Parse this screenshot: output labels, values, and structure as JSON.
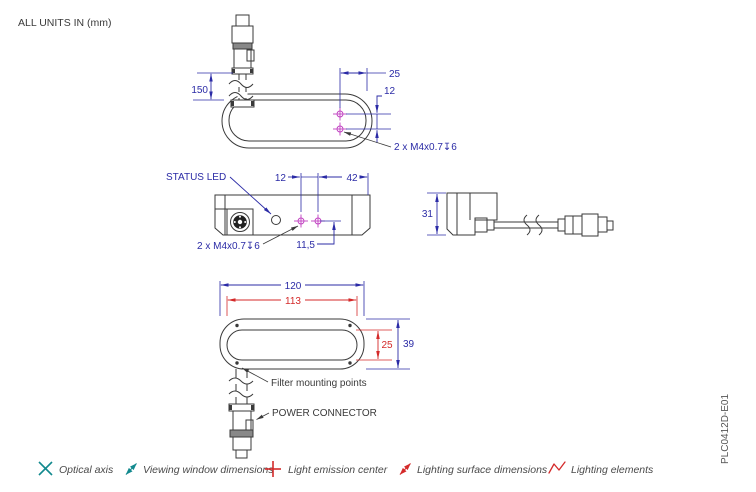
{
  "units_note": "ALL UNITS IN (mm)",
  "drawing_number": "PLC0412D-E01",
  "colors": {
    "outline": "#3a3a3a",
    "label_gray": "#4a4a4a",
    "dimension_blue": "#2b2ba6",
    "dimension_red": "#d42a2a",
    "hole_magenta": "#c03fc0",
    "legend_teal": "#12898e"
  },
  "top_view": {
    "cable_length_dim": "150",
    "hole_offset_dim": "25",
    "hole_spacing_dim": "12",
    "thread_callout": "2 x M4x0.7↧6"
  },
  "front_view": {
    "status_led_label": "STATUS LED",
    "hole_spacing_dim": "12",
    "hole_to_edge_dim": "42",
    "hole_height_dim": "11,5",
    "thread_callout": "2 x M4x0.7↧6"
  },
  "side_view": {
    "height_dim": "31"
  },
  "bottom_view": {
    "outer_width_dim": "120",
    "lighting_width_dim": "113",
    "lighting_height_dim": "25",
    "outer_height_dim": "39",
    "filter_label": "Filter mounting points",
    "power_label": "POWER CONNECTOR"
  },
  "legend": {
    "items": [
      {
        "icon": "optical-axis-icon",
        "label": "Optical axis"
      },
      {
        "icon": "viewing-window-icon",
        "label": "Viewing window dimensions"
      },
      {
        "icon": "light-emission-icon",
        "label": "Light emission center"
      },
      {
        "icon": "lighting-surface-icon",
        "label": "Lighting surface dimensions"
      },
      {
        "icon": "lighting-elements-icon",
        "label": "Lighting elements"
      }
    ]
  }
}
